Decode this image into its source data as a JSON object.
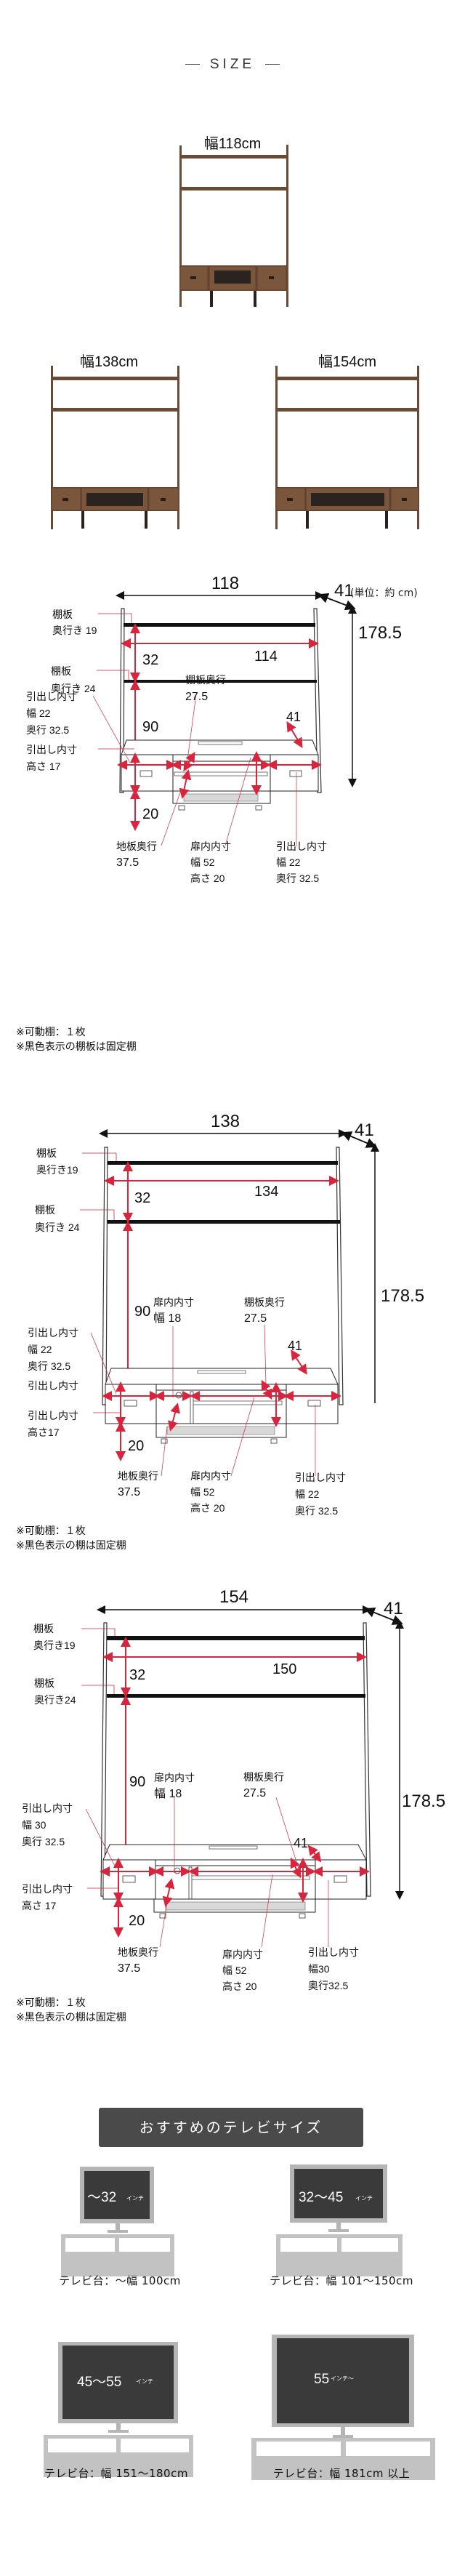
{
  "header": {
    "title": "SIZE"
  },
  "products": [
    {
      "label": "幅118cm"
    },
    {
      "label": "幅138cm"
    },
    {
      "label": "幅154cm"
    }
  ],
  "unit_note": "(単位：約 cm)",
  "diagrams": [
    {
      "width": "118",
      "depth": "41",
      "height": "178.5",
      "inner_width": "114",
      "shelf_gap": "32",
      "tv_gap": "90",
      "floor_gap": "20",
      "shelf1_label": "棚板",
      "shelf1_depth": "奥行き 19",
      "shelf2_label": "棚板",
      "shelf2_depth": "奥行き 24",
      "top_depth": "41",
      "left_drawer": {
        "title": "引出し内寸",
        "w": "幅 22",
        "d": "奥行 32.5"
      },
      "left_drawer_h": {
        "title": "引出し内寸",
        "h": "高さ 17"
      },
      "center_shelf": {
        "title": "棚板奥行",
        "d": "27.5"
      },
      "floor_depth": {
        "title": "地板奥行",
        "d": "37.5"
      },
      "door_inner": {
        "title": "扉内内寸",
        "w": "幅 52",
        "h": "高さ 20"
      },
      "right_drawer": {
        "title": "引出し内寸",
        "w": "幅 22",
        "d": "奥行 32.5"
      },
      "notes": [
        "※可動棚：１枚",
        "※黒色表示の棚板は固定棚"
      ]
    },
    {
      "width": "138",
      "depth": "41",
      "height": "178.5",
      "inner_width": "134",
      "shelf_gap": "32",
      "tv_gap": "90",
      "floor_gap": "20",
      "shelf1_label": "棚板",
      "shelf1_depth": "奥行き19",
      "shelf2_label": "棚板",
      "shelf2_depth": "奥行き 24",
      "top_depth": "41",
      "side_door": {
        "title": "扉内内寸",
        "w": "幅 18"
      },
      "left_drawer": {
        "title": "引出し内寸",
        "w": "幅 22",
        "d": "奥行 32.5"
      },
      "left_drawer_h": {
        "title": "引出し内寸",
        "h": "高さ17"
      },
      "center_shelf": {
        "title": "棚板奥行",
        "d": "27.5"
      },
      "floor_depth": {
        "title": "地板奥行",
        "d": "37.5"
      },
      "door_inner": {
        "title": "扉内内寸",
        "w": "幅 52",
        "h": "高さ 20"
      },
      "right_drawer": {
        "title": "引出し内寸",
        "w": "幅 22",
        "d": "奥行 32.5"
      },
      "notes": [
        "※可動棚：１枚",
        "※黒色表示の棚は固定棚"
      ]
    },
    {
      "width": "154",
      "depth": "41",
      "height": "178.5",
      "inner_width": "150",
      "shelf_gap": "32",
      "tv_gap": "90",
      "floor_gap": "20",
      "shelf1_label": "棚板",
      "shelf1_depth": "奥行き19",
      "shelf2_label": "棚板",
      "shelf2_depth": "奥行き24",
      "top_depth": "41",
      "side_door": {
        "title": "扉内内寸",
        "w": "幅 18"
      },
      "left_drawer": {
        "title": "引出し内寸",
        "w": "幅 30",
        "d": "奥行 32.5"
      },
      "left_drawer_h": {
        "title": "引出し内寸",
        "h": "高さ 17"
      },
      "center_shelf": {
        "title": "棚板奥行",
        "d": "27.5"
      },
      "floor_depth": {
        "title": "地板奥行",
        "d": "37.5"
      },
      "door_inner": {
        "title": "扉内内寸",
        "w": "幅 52",
        "h": "高さ 20"
      },
      "right_drawer": {
        "title": "引出し内寸",
        "w": "幅30",
        "d": "奥行32.5"
      },
      "notes": [
        "※可動棚：１枚",
        "※黒色表示の棚は固定棚"
      ]
    }
  ],
  "recommend": {
    "title": "おすすめのテレビサイズ",
    "items": [
      {
        "size": "～32",
        "unit": "インチ",
        "caption": "テレビ台：～幅 100cm"
      },
      {
        "size": "32～45",
        "unit": "インチ",
        "caption": "テレビ台：幅 101～150cm"
      },
      {
        "size": "45～55",
        "unit": "インチ",
        "caption": "テレビ台：幅 151～180cm"
      },
      {
        "size": "55",
        "unit": "インチ～",
        "caption": "テレビ台：幅 181cm 以上"
      }
    ]
  },
  "colors": {
    "wood": "#6b4a35",
    "wood_dark": "#4a3224",
    "dimension_red": "#d8243c",
    "banner_bg": "#4a4a4a",
    "tv_frame": "#b5b5b5",
    "tv_screen": "#3a3a3a",
    "stand_gray": "#c2c2c2"
  }
}
